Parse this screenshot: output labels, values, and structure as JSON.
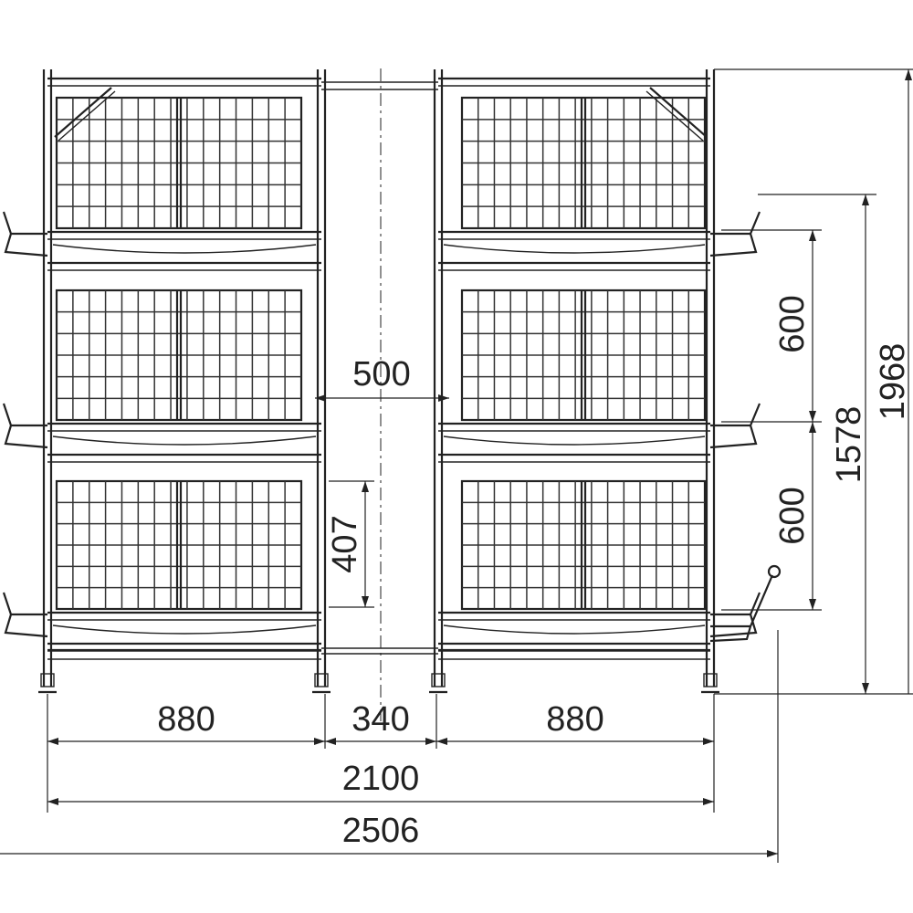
{
  "dimensions": {
    "bay_width_left": "880",
    "aisle_width": "340",
    "bay_width_right": "880",
    "frame_total_width": "2100",
    "overall_width": "2506",
    "aisle_clearance": "500",
    "cage_height": "407",
    "tier_spacing_upper": "600",
    "tier_spacing_lower": "600",
    "trough_span_height": "1578",
    "overall_height": "1968"
  },
  "colors": {
    "line": "#222222",
    "background": "#ffffff"
  }
}
